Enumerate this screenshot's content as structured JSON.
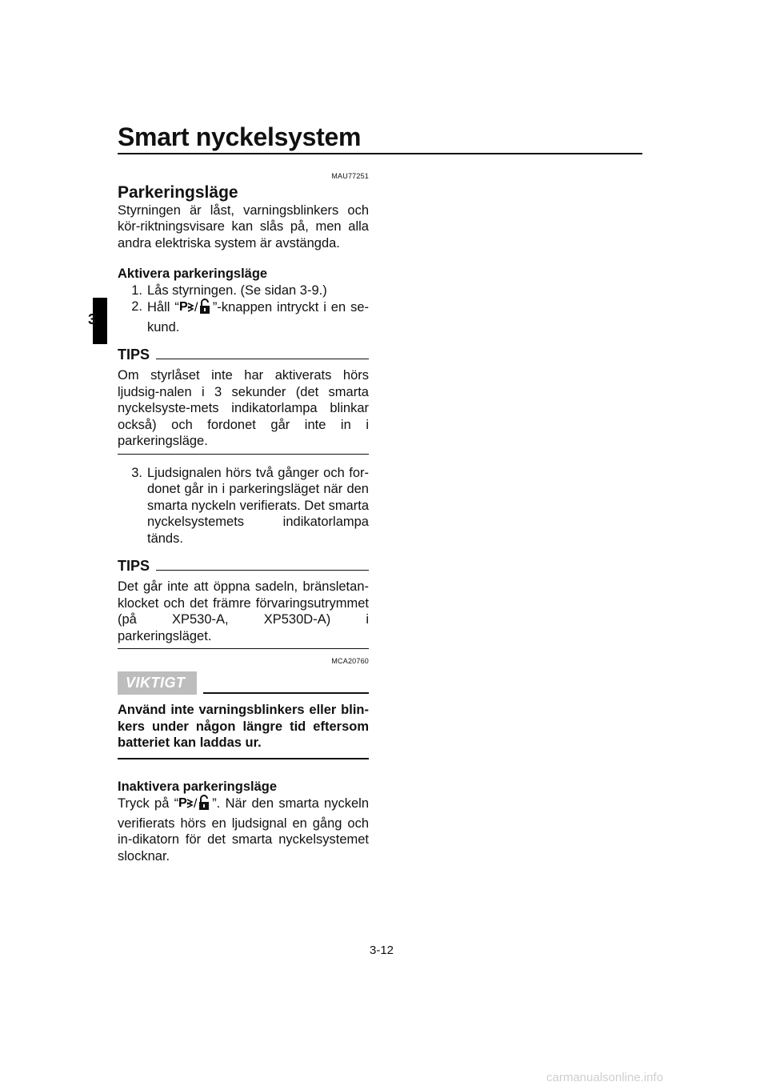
{
  "header": {
    "title": "Smart nyckelsystem"
  },
  "chapter_tab": "3",
  "section": {
    "code": "MAU77251",
    "heading": "Parkeringsläge",
    "intro": "Styrningen är låst, varningsblinkers och kör-riktningsvisare kan slås på, men alla andra elektriska system är avstängda."
  },
  "activate": {
    "heading": "Aktivera parkeringsläge",
    "step1_num": "1.",
    "step1_text": "Lås styrningen. (Se sidan 3-9.)",
    "step2_num": "2.",
    "step2_pre": "Håll “",
    "step2_post": "”-knappen intryckt i en se-kund.",
    "tips1_label": "TIPS",
    "tips1_body": "Om styrlåset inte har aktiverats hörs ljudsig-nalen i 3 sekunder (det smarta nyckelsyste-mets indikatorlampa blinkar också) och fordonet går inte in i parkeringsläge.",
    "step3_num": "3.",
    "step3_text": "Ljudsignalen hörs två gånger och for-donet går in i parkeringsläget när den smarta nyckeln verifierats. Det smarta nyckelsystemets indikatorlampa tänds.",
    "tips2_label": "TIPS",
    "tips2_body": "Det går inte att öppna sadeln, bränsletan-klocket och det främre förvaringsutrymmet (på XP530-A, XP530D-A) i parkeringsläget."
  },
  "notice": {
    "code": "MCA20760",
    "label": "VIKTIGT",
    "body": "Använd inte varningsblinkers eller blin-kers under någon längre tid eftersom batteriet kan laddas ur."
  },
  "deactivate": {
    "heading": "Inaktivera parkeringsläge",
    "text_pre": "Tryck på “",
    "text_post": "”. När den smarta nyckeln verifierats hörs en ljudsignal en gång och in-dikatorn för det smarta nyckelsystemet slocknar."
  },
  "footer": {
    "page_number": "3-12",
    "watermark": "carmanualsonline.info"
  }
}
